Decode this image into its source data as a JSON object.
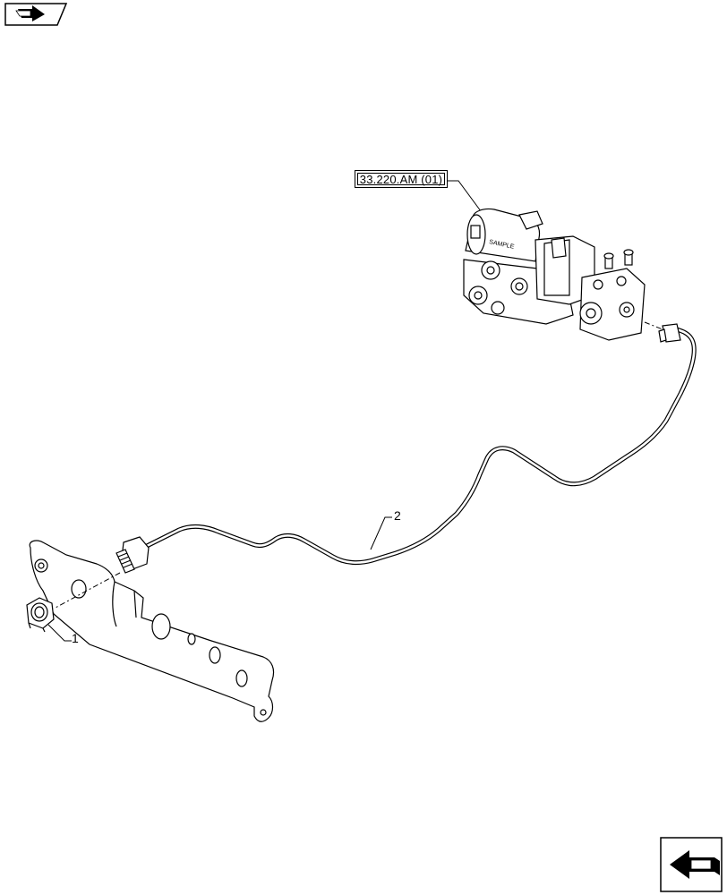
{
  "reference": {
    "label": "33.220.AM (01)"
  },
  "callouts": [
    {
      "id": "1",
      "text": "1"
    },
    {
      "id": "2",
      "text": "2"
    }
  ],
  "icons": {
    "top_left": "next-page-arrow-icon",
    "bottom_right": "previous-page-arrow-icon"
  },
  "colors": {
    "line": "#000000",
    "background": "#ffffff"
  }
}
